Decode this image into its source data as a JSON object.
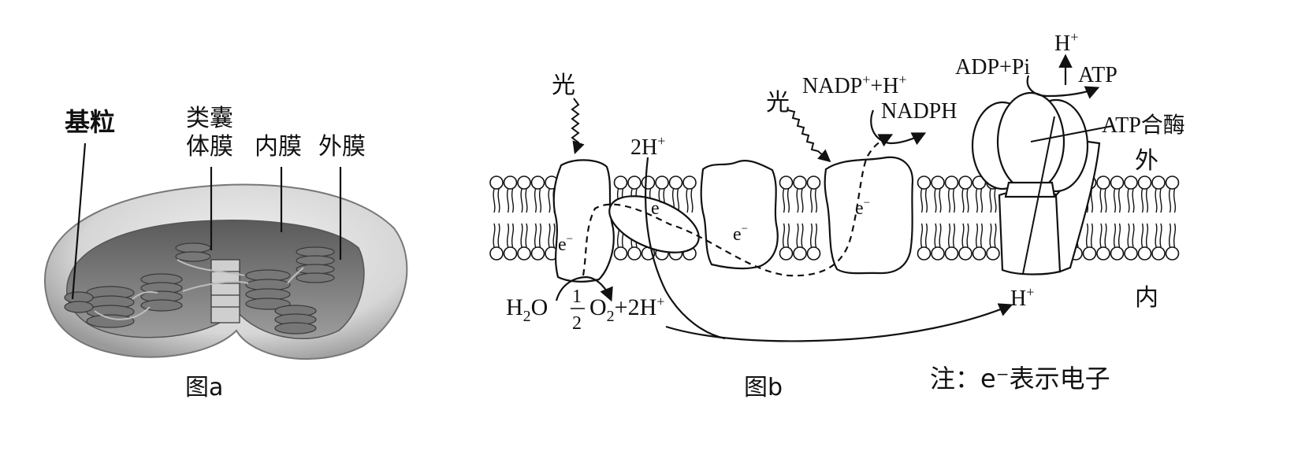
{
  "figure_a": {
    "caption": "图a",
    "labels": {
      "granum": "基粒",
      "thylakoid_membrane_line1": "类囊",
      "thylakoid_membrane_line2": "体膜",
      "inner_membrane": "内膜",
      "outer_membrane": "外膜"
    }
  },
  "figure_b": {
    "caption": "图b",
    "labels": {
      "light_1": "光",
      "light_2": "光",
      "two_h_top": "2H",
      "plus": "+",
      "nadp": "NADP",
      "nadp_rest": "+H",
      "nadph": "NADPH",
      "h_top": "H",
      "adp_pi": "ADP+Pi",
      "atp": "ATP",
      "atp_synthase": "ATP合酶",
      "outside": "外",
      "inside": "内",
      "h_bottom": "H",
      "water_h": "H",
      "water_sub": "2",
      "water_o": "O",
      "frac_num": "1",
      "frac_den": "2",
      "oxygen_o": "O",
      "oxygen_sub": "2",
      "oxygen_rest": "+2H",
      "electron": "e",
      "minus": "−"
    }
  },
  "note": "注：e⁻表示电子"
}
